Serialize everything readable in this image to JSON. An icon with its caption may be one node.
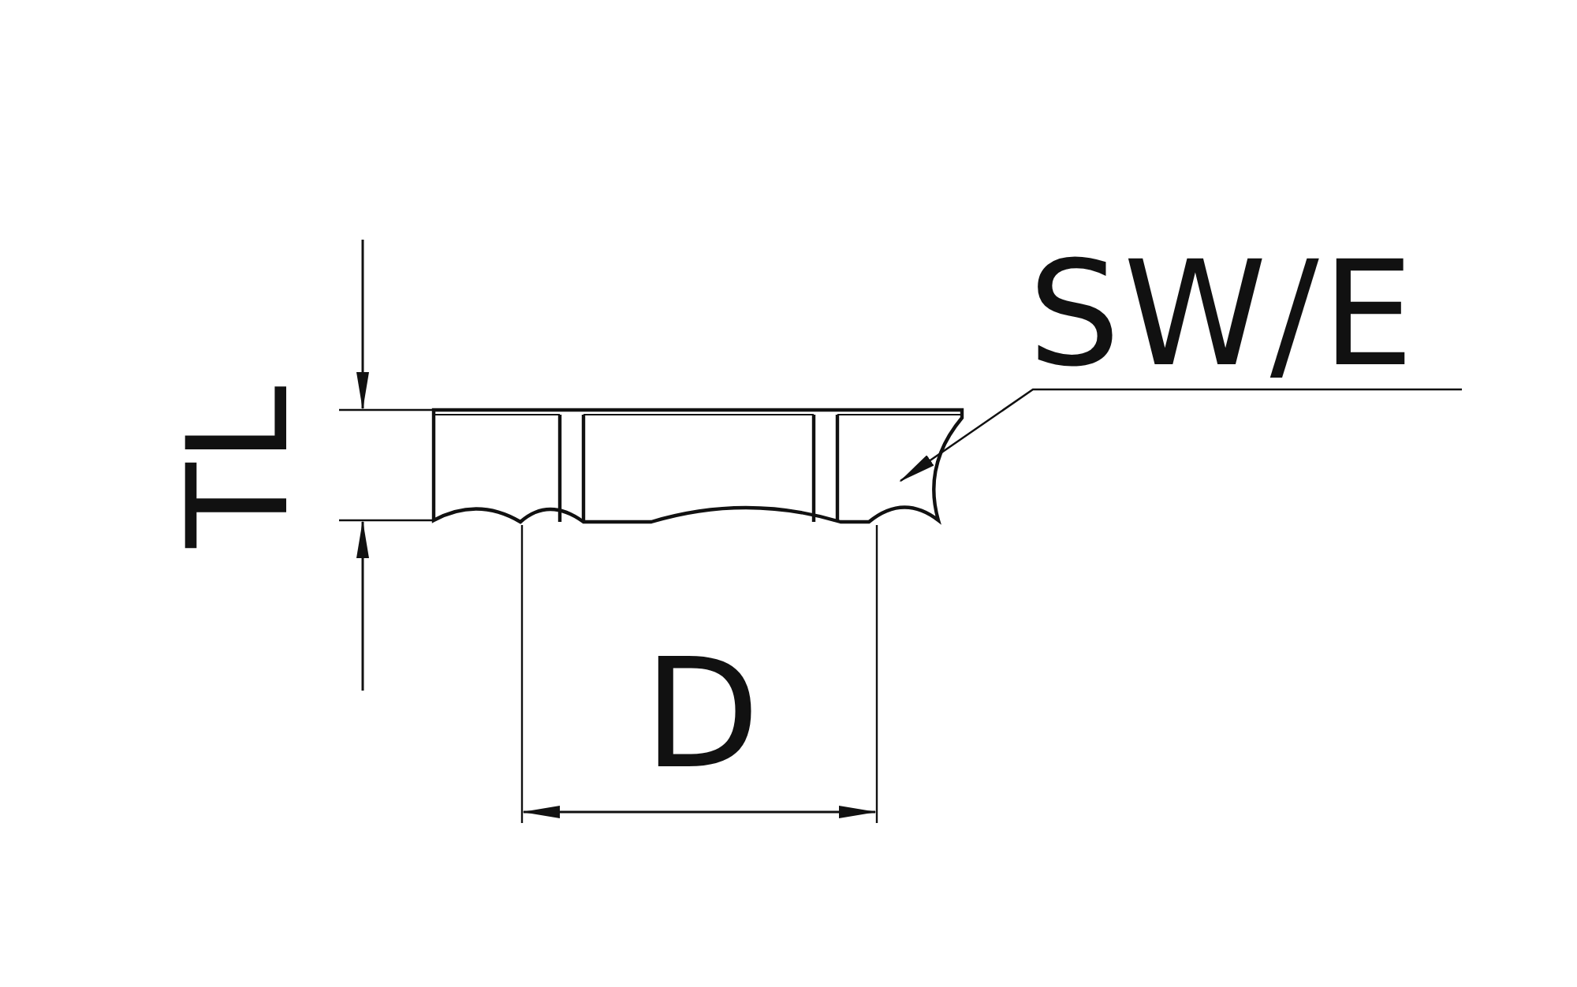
{
  "diagram": {
    "nodes": [
      {
        "text": [
          "SW/E"
        ]
      },
      {
        "text": [],
        "shape": "picture"
      }
    ],
    "edges": [
      {
        "from": 0,
        "to": 1,
        "arrow": "to"
      }
    ],
    "labels": [
      "TL",
      "D"
    ]
  }
}
